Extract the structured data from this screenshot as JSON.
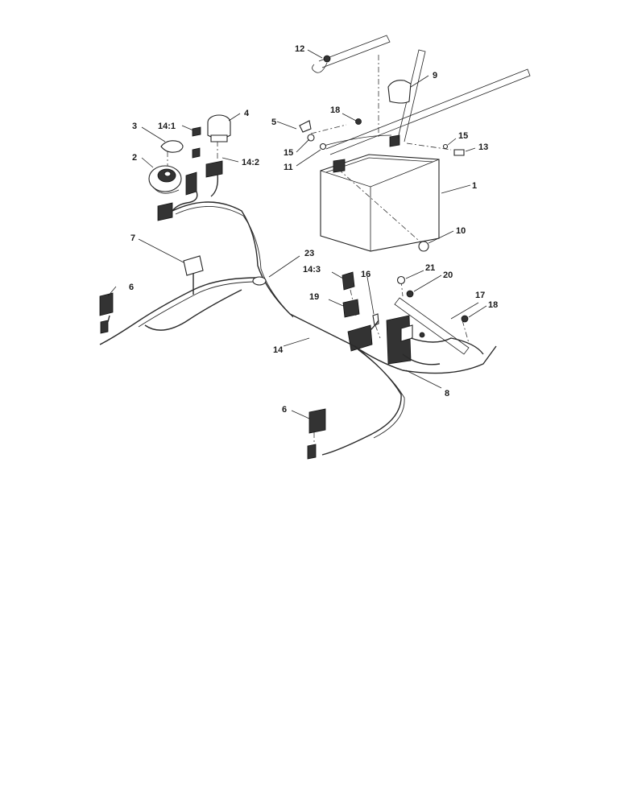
{
  "callouts": {
    "c1": "1",
    "c2": "2",
    "c3": "3",
    "c4": "4",
    "c5": "5",
    "c6a": "6",
    "c6b": "6",
    "c7": "7",
    "c8": "8",
    "c9": "9",
    "c10": "10",
    "c11": "11",
    "c12": "12",
    "c13": "13",
    "c14": "14",
    "c14_1": "14:1",
    "c14_2": "14:2",
    "c14_3": "14:3",
    "c15a": "15",
    "c15b": "15",
    "c16": "16",
    "c17": "17",
    "c18a": "18",
    "c18b": "18",
    "c19": "19",
    "c20": "20",
    "c21": "21",
    "c23": "23"
  },
  "colors": {
    "line": "#222222",
    "background": "#ffffff"
  }
}
